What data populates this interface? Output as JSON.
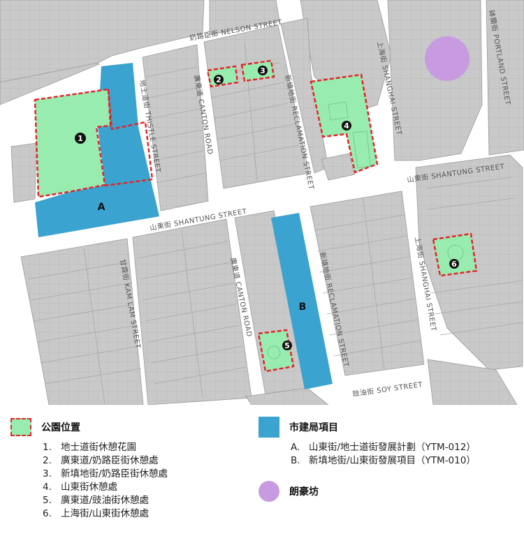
{
  "streets": {
    "nelson": "奶路臣街 NELSON STREET",
    "thistle": "地士道街 THISTLE STREET",
    "canton_north": "廣東道 CANTON ROAD",
    "canton_south": "廣東道 CANTON ROAD",
    "reclamation_north": "新填地街 RECLAMATION STREET",
    "reclamation_south": "新填地街 RECLAMATION STREET",
    "shanghai_north": "上海街 SHANGHAI STREET",
    "shanghai_south": "上海街 SHANGHAI STREET",
    "portland": "砵蘭街 PORTLAND STREET",
    "shantung_west": "山東街 SHANTUNG STREET",
    "shantung_east": "山東街 SHANTUNG STREET",
    "kam_lam": "甘霖街 KAM LAM STREET",
    "soy": "豉油街 SOY STREET"
  },
  "markers": {
    "m1": "1",
    "m2": "2",
    "m3": "3",
    "m4": "4",
    "m5": "5",
    "m6": "6"
  },
  "zones": {
    "a": "A",
    "b": "B"
  },
  "colors": {
    "park_fill": "#98ecb0",
    "park_border": "#e1262b",
    "ura_blue": "#3ba3cf",
    "langham_purple": "#c89be0",
    "building": "#c9c9c9",
    "road": "#ffffff"
  },
  "legend": {
    "parks_title": "公園位置",
    "parks": [
      {
        "num": "1.",
        "name": "地士道街休憩花園"
      },
      {
        "num": "2.",
        "name": "廣東道/奶路臣街休憩處"
      },
      {
        "num": "3.",
        "name": "新填地街/奶路臣街休憩處"
      },
      {
        "num": "4.",
        "name": "山東街休憩處"
      },
      {
        "num": "5.",
        "name": "廣東道/豉油街休憩處"
      },
      {
        "num": "6.",
        "name": "上海街/山東街休憩處"
      }
    ],
    "ura_title": "市建局項目",
    "ura": [
      {
        "num": "A.",
        "name": "山東街/地士道街發展計劃（YTM-012）"
      },
      {
        "num": "B.",
        "name": "新填地街/山東街發展項目（YTM-010）"
      }
    ],
    "langham_title": "朗豪坊"
  }
}
